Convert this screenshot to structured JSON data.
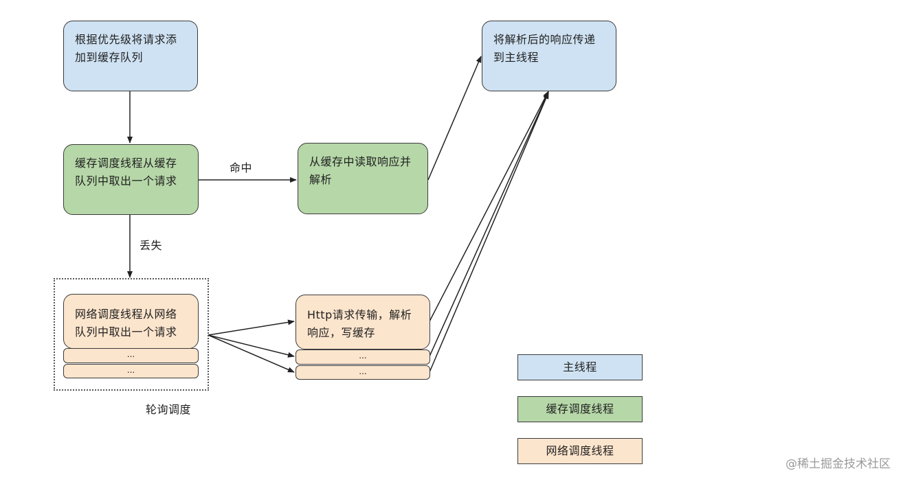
{
  "nodes": {
    "add_to_cache_queue": "根据优先级将请求添加到缓存队列",
    "cache_dispatcher_take": "缓存调度线程从缓存队列中取出一个请求",
    "read_cache_parse": "从缓存中读取响应并解析",
    "deliver_main": "将解析后的响应传递到主线程",
    "network_dispatcher_take": "网络调度线程从网络队列中取出一个请求",
    "http_transfer": "Http请求传输，解析响应，写缓存",
    "ellipsis": "..."
  },
  "edge_labels": {
    "hit": "命中",
    "miss": "丢失"
  },
  "group_label": "轮询调度",
  "legend": [
    {
      "label": "主线程",
      "color": "#cfe2f3"
    },
    {
      "label": "缓存调度线程",
      "color": "#b6d7a8"
    },
    {
      "label": "网络调度线程",
      "color": "#fce5cd"
    }
  ],
  "watermark": "@稀土掘金技术社区"
}
